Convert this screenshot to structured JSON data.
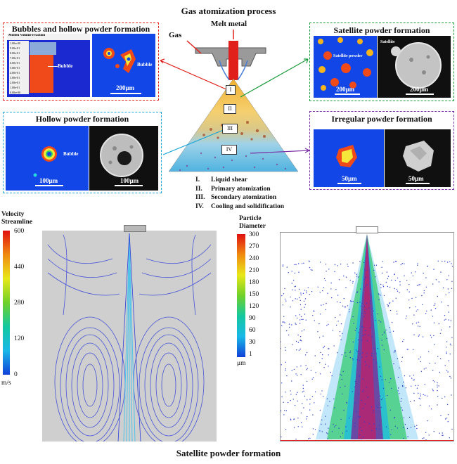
{
  "title": "Gas atomization process",
  "bottom_title": "Satellite powder formation",
  "nozzle": {
    "gas_label": "Gas",
    "melt_label": "Melt metal"
  },
  "stages": {
    "markers": [
      "I",
      "II",
      "III",
      "IV"
    ],
    "list": [
      {
        "num": "I.",
        "text": "Liquid shear"
      },
      {
        "num": "II.",
        "text": "Primary atomization"
      },
      {
        "num": "III.",
        "text": "Secondary atomization"
      },
      {
        "num": "IV.",
        "text": "Cooling and solidification"
      }
    ]
  },
  "boxes": {
    "bubbles": {
      "title": "Bubbles and hollow powder formation",
      "color": "#e0201b",
      "legend_title": "Molten Volume Fraction",
      "legend_ticks": [
        "1.00e+00",
        "9.00e-01",
        "8.00e-01",
        "7.00e-01",
        "6.00e-01",
        "5.00e-01",
        "4.00e-01",
        "3.00e-01",
        "2.00e-01",
        "1.00e-01",
        "0.00e+00"
      ],
      "bubble_label": "Bubble",
      "bubble_label2": "Bubble",
      "scale": "200μm"
    },
    "hollow": {
      "title": "Hollow powder formation",
      "color": "#19a6d8",
      "bubble_label": "Bubble",
      "scale_sim": "100μm",
      "scale_sem": "100μm"
    },
    "satellite": {
      "title": "Satellite powder formation",
      "color": "#1a9b3a",
      "sat_powder_label": "Satellite powder",
      "sat_label": "Satellite",
      "scale_sim": "200μm",
      "scale_sem": "200μm"
    },
    "irregular": {
      "title": "Irregular powder formation",
      "color": "#7b2fa5",
      "scale_sim": "50μm",
      "scale_sem": "50μm"
    }
  },
  "velocity_colorbar": {
    "title_line1": "Velocity",
    "title_line2": "Streamline",
    "ticks": [
      "600",
      "440",
      "280",
      "120",
      "0"
    ],
    "unit": "m/s"
  },
  "particle_colorbar": {
    "title_line1": "Particle",
    "title_line2": "Diameter",
    "ticks": [
      "300",
      "270",
      "240",
      "210",
      "180",
      "150",
      "120",
      "90",
      "60",
      "30",
      "1"
    ],
    "unit": "μm"
  },
  "colors": {
    "sim_blue": "#1246e6",
    "sem_dark": "#101010",
    "stream_blue": "#2f3fd8"
  }
}
